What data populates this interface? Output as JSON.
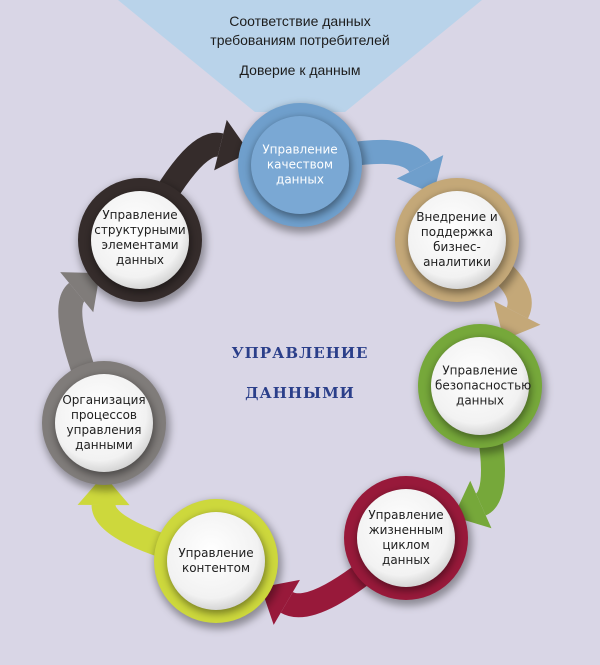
{
  "header": {
    "line1": "Соответствие данных",
    "line2": "требованиям потребителей",
    "line3": "Доверие к данным"
  },
  "center": {
    "line1": "УПРАВЛЕНИЕ",
    "line2": "ДАННЫМИ"
  },
  "nodes": [
    {
      "label": "Управление качеством данных",
      "color": "#6f9fcc"
    },
    {
      "label": "Внедрение и поддержка бизнес-аналитики",
      "color": "#c4a878"
    },
    {
      "label": "Управление безопасностью данных",
      "color": "#76a83a"
    },
    {
      "label": "Управление жизненным циклом данных",
      "color": "#98193a"
    },
    {
      "label": "Управление контентом",
      "color": "#cdd83c"
    },
    {
      "label": "Организация процессов управления данными",
      "color": "#807c7a"
    },
    {
      "label": "Управление структурными элементами данных",
      "color": "#352c2b"
    }
  ],
  "colors": {
    "background": "#d9d6e6",
    "funnel": "#b9d3ea",
    "center_title": "#2b3f8a"
  }
}
